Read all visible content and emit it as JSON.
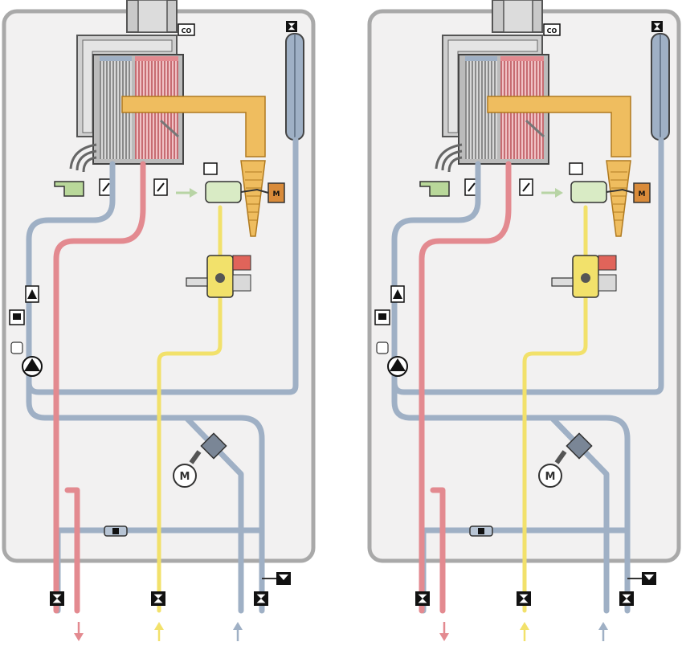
{
  "panels": [
    {
      "id": "left",
      "three_way_valve_position": "heating",
      "labels": {
        "co_sensor": "CO",
        "fan": "M",
        "valve_motor": "M"
      },
      "colors": {
        "flow_hot": "#e38a90",
        "return_cold": "#9fb0c5",
        "gas": "#f2e16b",
        "burner_mix": "#efbd5f"
      }
    },
    {
      "id": "right",
      "three_way_valve_position": "hot-water",
      "labels": {
        "co_sensor": "CO",
        "fan": "M",
        "valve_motor": "M"
      },
      "colors": {
        "flow_hot": "#e38a90",
        "return_cold": "#9fb0c5",
        "gas": "#f2e16b",
        "burner_mix": "#efbd5f"
      }
    }
  ],
  "icons": [
    "flue-duct",
    "co-sensor-icon",
    "heat-exchanger",
    "burner",
    "gas-valve",
    "fan-motor-icon",
    "pump-icon",
    "three-way-valve",
    "valve-motor-icon",
    "expansion-vessel",
    "isolation-valve-icon",
    "flow-arrow-icon",
    "temperature-sensor-icon",
    "pressure-sensor-icon",
    "condensate-trap",
    "bypass-valve",
    "safety-valve-icon"
  ]
}
